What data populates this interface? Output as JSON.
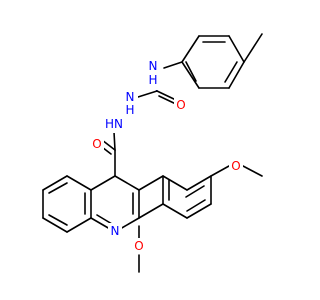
{
  "molecule": {
    "atoms": {
      "nh_top": "N\nH",
      "o_urea": "O",
      "nh_mid": "N\nH",
      "hn_lower": "H\nN",
      "o_amide": "O",
      "n_quinoline": "N",
      "o_methoxy_right": "O",
      "o_methoxy_left": "O"
    }
  },
  "colors": {
    "bond": "#000000",
    "nitrogen": "#0000ff",
    "oxygen": "#ff0000",
    "background": "#ffffff"
  }
}
